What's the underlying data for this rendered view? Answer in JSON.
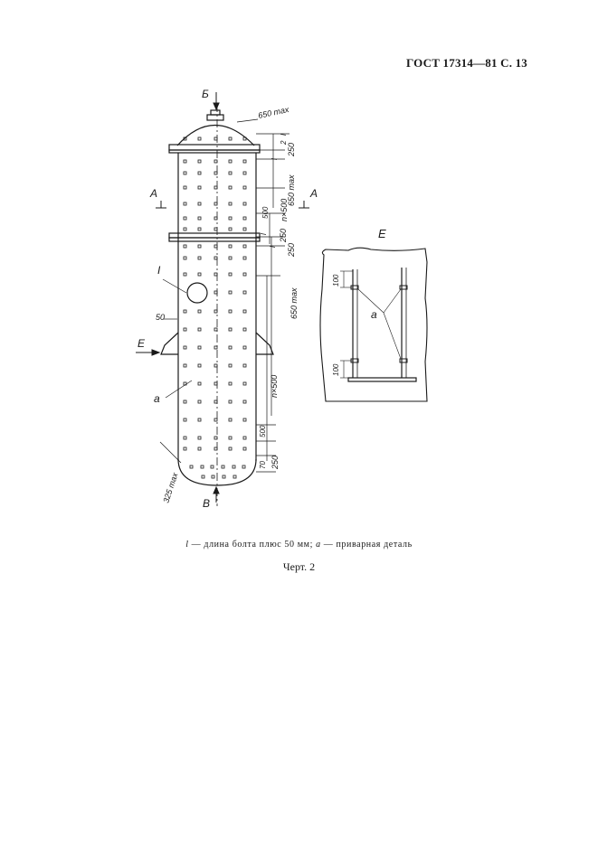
{
  "header": {
    "title": "ГОСТ 17314—81 С. 13"
  },
  "labels": {
    "B_top": "Б",
    "V_bottom": "В",
    "A_left": "А",
    "A_right": "А",
    "E_left": "Е",
    "I_label": "I",
    "a_left": "а",
    "E_detail": "Е",
    "a_detail": "а"
  },
  "dimensions": {
    "d650_top": "650 max",
    "d_l1": "l",
    "d_2": "2",
    "d250_1": "250",
    "d_l2": "l",
    "d650_2": "650 max",
    "dn500_1": "n×500",
    "d500_1": "500",
    "d_l3": "l",
    "d_l4": "l",
    "d250_2": "250",
    "d250_3": "250",
    "d650_3": "650 max",
    "dn500_2": "n×500",
    "d50": "50",
    "d500_2": "500",
    "d70": "70",
    "d250_4": "250",
    "d325": "325 max",
    "d100_1": "100",
    "d100_2": "100"
  },
  "caption": {
    "l_symbol": "l",
    "l_text": " — длина болта плюс 50 мм; ",
    "a_symbol": "а",
    "a_text": " — приварная деталь"
  },
  "figure_label": "Черт. 2"
}
